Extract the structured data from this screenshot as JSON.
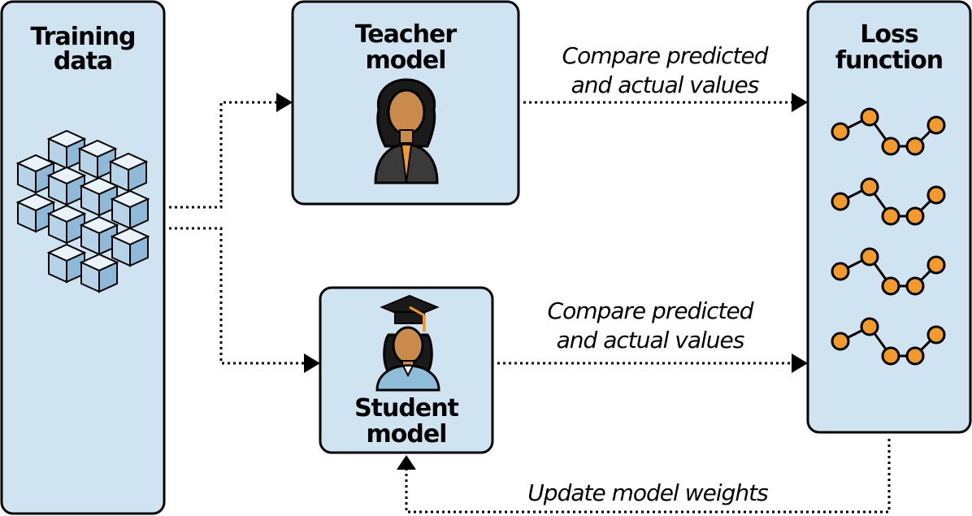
{
  "boxes": {
    "training_data": {
      "line1": "Training",
      "line2": "data"
    },
    "teacher_model": {
      "line1": "Teacher",
      "line2": "model"
    },
    "student_model": {
      "line1": "Student",
      "line2": "model"
    },
    "loss_function": {
      "line1": "Loss",
      "line2": "function"
    }
  },
  "edges": {
    "teacher_to_loss": {
      "line1": "Compare predicted",
      "line2": "and actual values"
    },
    "student_to_loss": {
      "line1": "Compare predicted",
      "line2": "and actual values"
    },
    "loss_to_student": {
      "label": "Update model weights"
    }
  },
  "icons": {
    "training": "data-cubes-icon",
    "teacher": "teacher-person-icon",
    "student": "graduate-student-icon",
    "loss": "loss-curve-icon"
  },
  "colors": {
    "box_fill": "#cfe3f0",
    "accent_orange": "#f29a2e",
    "skin": "#c98a4b",
    "hair": "#1a1a1a"
  }
}
